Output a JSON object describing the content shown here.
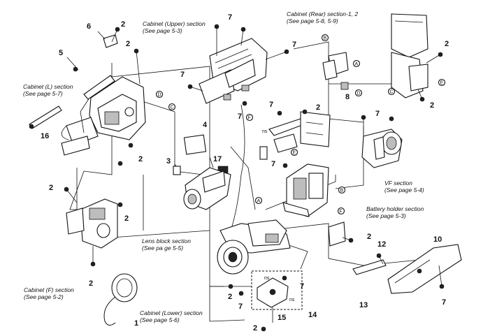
{
  "section_labels": {
    "upper": [
      "Cabinet (Upper) section",
      "(See page 5-3)"
    ],
    "rear": [
      "Cabinet (Rear) section-1, 2",
      "(See page 5-8, 5-9)"
    ],
    "left": [
      "Cabinet (L) section",
      "(See page 5-7)"
    ],
    "vf": [
      "VF section",
      "(See page 5-4)"
    ],
    "battery": [
      "Battery holder section",
      "(See page 5-3)"
    ],
    "lens": [
      "Lens block section",
      "(See pa ge 5-5)"
    ],
    "front": [
      "Cabinet (F) section",
      "(See page 5-2)"
    ],
    "lower": [
      "Cabinet (Lower) section",
      "(See page 5-6)"
    ]
  },
  "part_numbers": {
    "p1": "1",
    "p2": "2",
    "p3": "3",
    "p4": "4",
    "p5": "5",
    "p6": "6",
    "p7": "7",
    "p8": "8",
    "p10": "10",
    "p12": "12",
    "p13": "13",
    "p14": "14",
    "p15": "15",
    "p16": "16",
    "p17": "17"
  },
  "markers": {
    "a": "A",
    "b": "B",
    "c": "C",
    "d": "D",
    "e": "E",
    "f": "F"
  },
  "ns": "ns"
}
